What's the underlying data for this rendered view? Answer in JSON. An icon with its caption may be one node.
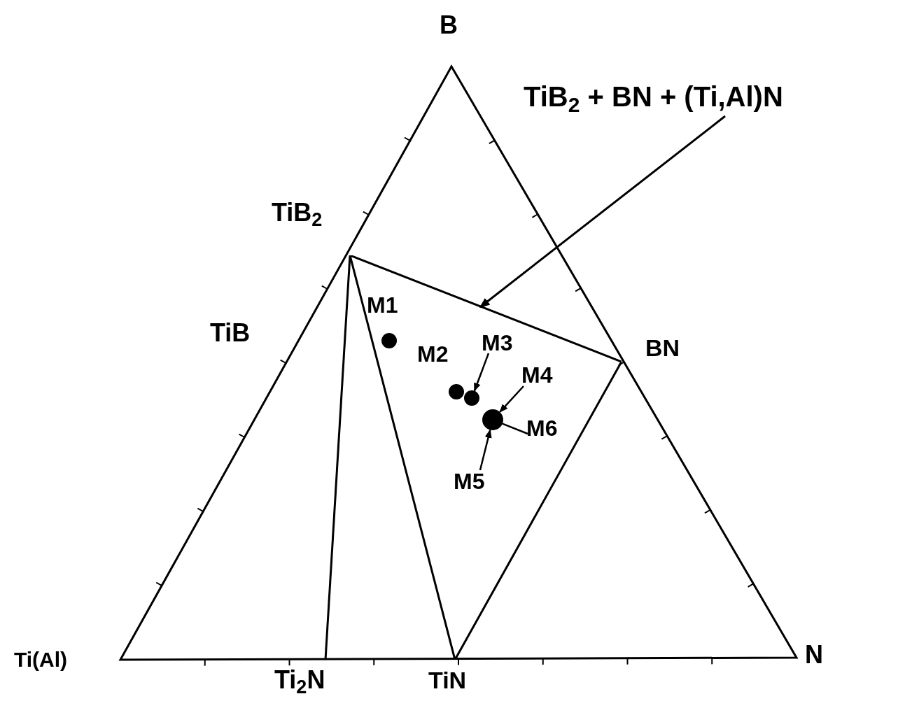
{
  "diagram": {
    "nodes": [
      {
        "text": [
          "TiB$_{2}$ + BN + (Ti,Al)N"
        ]
      },
      {
        "text": [],
        "shape": "triangle"
      },
      {
        "text": [
          "M3"
        ],
        "in": 1
      },
      {
        "text": [
          "M4"
        ],
        "in": 1
      },
      {
        "text": [
          "M5"
        ],
        "in": 1
      },
      {
        "text": [
          "M6"
        ],
        "in": 1
      },
      {
        "text": [],
        "shape": "circle",
        "in": 1
      },
      {
        "text": [],
        "shape": "circle",
        "in": 1
      }
    ],
    "edges": [
      {
        "from": 0,
        "to": 1,
        "arrow": "to"
      },
      {
        "from": 2,
        "to": 6,
        "arrow": "to"
      },
      {
        "from": 3,
        "to": 7,
        "arrow": "to"
      },
      {
        "from": 4,
        "to": 7,
        "arrow": "to"
      },
      {
        "from": 5,
        "to": 7,
        "arrow": "none"
      }
    ],
    "labels": [
      "B",
      "TiB$_{2}$",
      "TiB",
      "M1",
      "M2",
      "BN",
      "Ti(Al)",
      "Ti$_{2}$N",
      "TiN",
      "N"
    ]
  }
}
